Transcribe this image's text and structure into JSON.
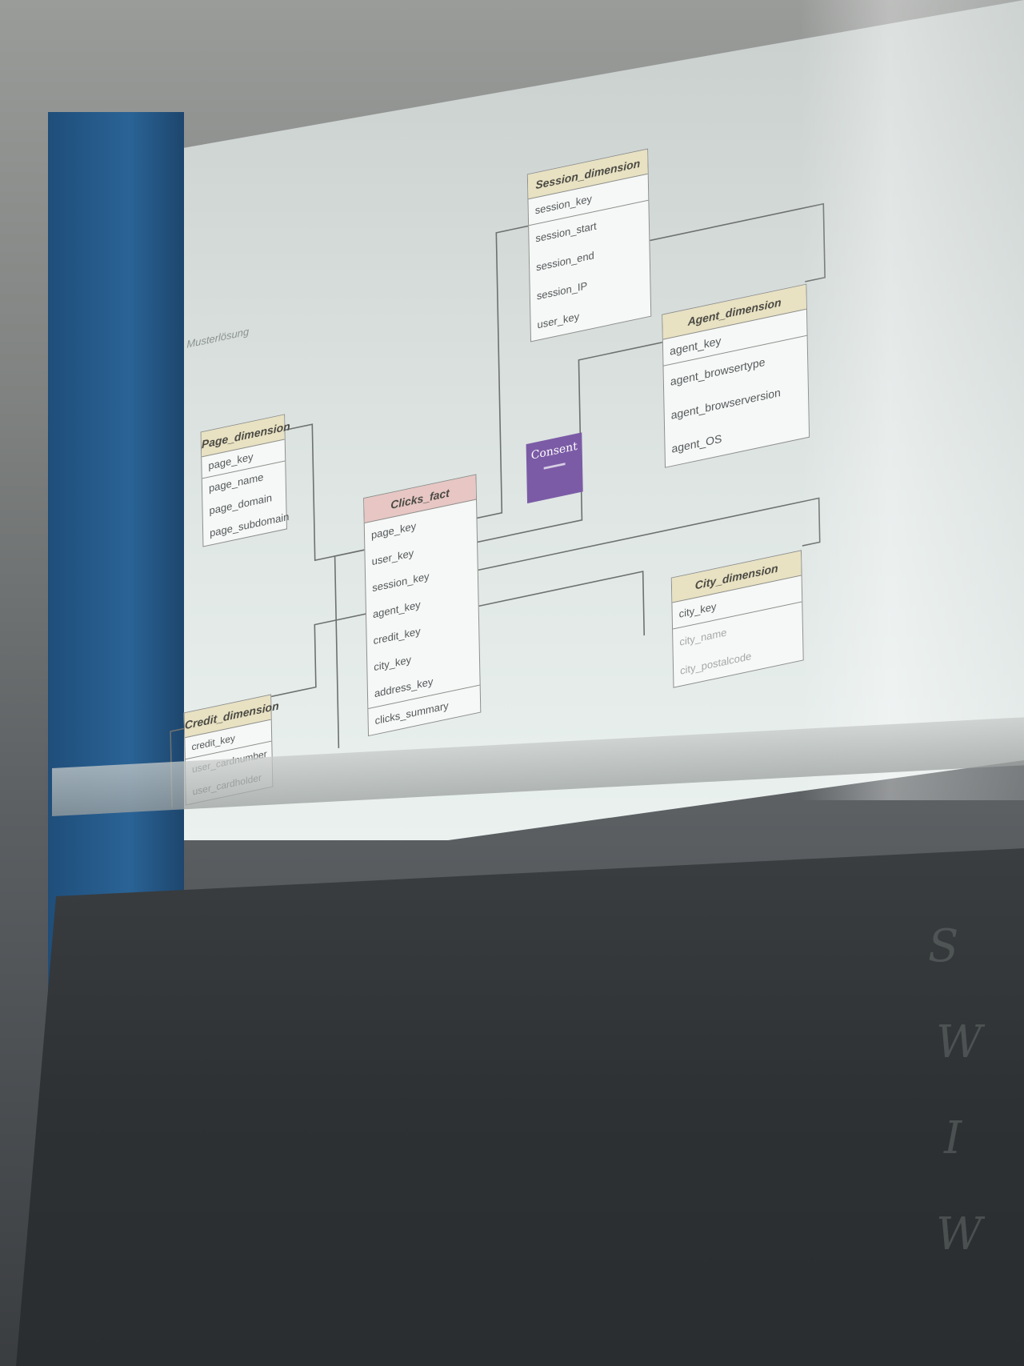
{
  "caption": "Musterlösung",
  "entities": {
    "session": {
      "title": "Session_dimension",
      "key": "session_key",
      "attrs": [
        "session_start",
        "session_end",
        "session_IP",
        "user_key"
      ]
    },
    "page": {
      "title": "Page_dimension",
      "key": "page_key",
      "attrs": [
        "page_name",
        "page_domain",
        "page_subdomain"
      ]
    },
    "agent": {
      "title": "Agent_dimension",
      "key": "agent_key",
      "attrs": [
        "agent_browsertype",
        "agent_browserversion",
        "agent_OS"
      ]
    },
    "clicks": {
      "title": "Clicks_fact",
      "attrs": [
        "page_key",
        "user_key",
        "session_key",
        "agent_key",
        "credit_key",
        "city_key",
        "address_key"
      ],
      "measure": "clicks_summary"
    },
    "city": {
      "title": "City_dimension",
      "key": "city_key",
      "attrs": [
        "city_name",
        "city_postalcode"
      ]
    },
    "credit": {
      "title": "Credit_dimension",
      "key": "credit_key",
      "attrs": [
        "user_cardnumber",
        "user_cardholder"
      ]
    }
  },
  "overlay": {
    "label": "Consent"
  },
  "colors": {
    "dimension_header": "#e8e1c2",
    "fact_header": "#e7c6c4",
    "overlay": "#7b5ba6"
  }
}
